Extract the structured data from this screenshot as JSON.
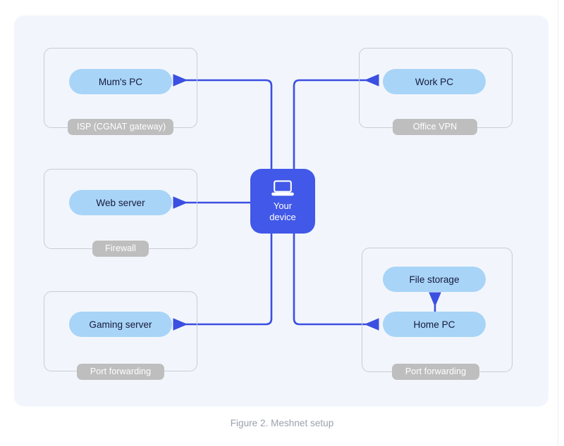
{
  "figure": {
    "caption": "Figure 2. Meshnet setup",
    "background_color": "#f2f6fc",
    "page_background": "#ffffff"
  },
  "colors": {
    "node_pill": "#a8d4f7",
    "node_text": "#161a3c",
    "device_node": "#4158e8",
    "device_text": "#ffffff",
    "group_border": "#c9ccd2",
    "group_tag": "#bebebe",
    "group_tag_text": "#ffffff",
    "connector": "#3b4fe0",
    "caption_text": "#9aa1ac"
  },
  "center": {
    "label": "Your\ndevice",
    "icon": "laptop-icon"
  },
  "groups": [
    {
      "id": "isp",
      "tag": "ISP (CGNAT gateway)"
    },
    {
      "id": "office-vpn",
      "tag": "Office VPN"
    },
    {
      "id": "firewall",
      "tag": "Firewall"
    },
    {
      "id": "home-port-fwd",
      "tag": "Port forwarding"
    },
    {
      "id": "gaming-port-fwd",
      "tag": "Port forwarding"
    }
  ],
  "nodes": [
    {
      "id": "mums-pc",
      "label": "Mum's PC"
    },
    {
      "id": "work-pc",
      "label": "Work PC"
    },
    {
      "id": "web-server",
      "label": "Web server"
    },
    {
      "id": "gaming-server",
      "label": "Gaming server"
    },
    {
      "id": "file-storage",
      "label": "File storage"
    },
    {
      "id": "home-pc",
      "label": "Home PC"
    }
  ],
  "connections": [
    {
      "from": "your-device",
      "to": "mums-pc",
      "style": "elbow-up-left"
    },
    {
      "from": "your-device",
      "to": "work-pc",
      "style": "elbow-up-right"
    },
    {
      "from": "your-device",
      "to": "web-server",
      "style": "straight-left"
    },
    {
      "from": "your-device",
      "to": "gaming-server",
      "style": "elbow-down-left"
    },
    {
      "from": "your-device",
      "to": "home-pc",
      "style": "elbow-down-right"
    },
    {
      "from": "home-pc",
      "to": "file-storage",
      "style": "straight-up"
    }
  ]
}
